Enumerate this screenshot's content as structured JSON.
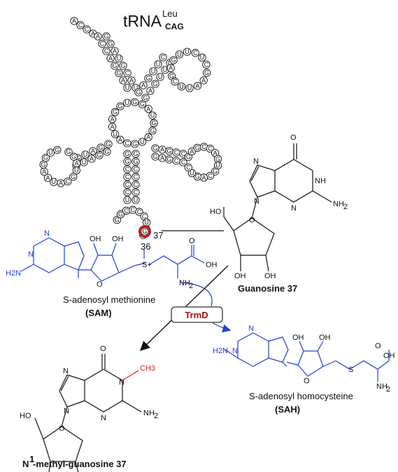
{
  "title": {
    "main": "tRNA",
    "sup": "Leu",
    "sub": "CAG"
  },
  "positions": {
    "a": "37",
    "b": "36"
  },
  "atoms": {
    "o": "O",
    "oh": "OH",
    "ho": "HO",
    "nh": "NH",
    "nh2": "NH",
    "n": "N",
    "h2n": "H2N",
    "s": "S",
    "splus": "S+",
    "ch3": "CH3",
    "sub2": "2",
    "plus": "+"
  },
  "labels": {
    "guanosine": "Guanosine 37",
    "sam_name": "S-adenosyl methionine",
    "sam_abbr": "(SAM)",
    "sah_name": "S-adenosyl homocysteine",
    "sah_abbr": "(SAH)",
    "enzyme": "TrmD",
    "product_sup": "1",
    "product_rest": "-methyl-guanosine 37",
    "product_N": "N"
  },
  "colors": {
    "sam": "#1f3fd6",
    "sah": "#1f3fd6",
    "methyl": "#e02020",
    "enzyme": "#b01010",
    "highlight": "#cc1111",
    "text": "#111111"
  },
  "trna": {
    "acceptor_tail": [
      "A",
      "C",
      "C",
      "A"
    ],
    "d_arm": [
      "G",
      "G",
      "A",
      "U",
      "G",
      "C",
      "A",
      "U",
      "A",
      "A",
      "G",
      "G",
      "U"
    ],
    "t_arm": [
      "G",
      "A",
      "G",
      "U",
      "U",
      "C",
      "U",
      "C",
      "G",
      "A",
      "A",
      "U",
      "U",
      "C",
      "C",
      "U"
    ],
    "variable_loop": [
      "G",
      "A",
      "G",
      "C",
      "C",
      "A",
      "G",
      "U",
      "G",
      "C",
      "A",
      "G",
      "U",
      "C",
      "G",
      "C"
    ],
    "anticodon_arm": [
      "G",
      "G",
      "C",
      "C",
      "C",
      "C",
      "U",
      "U",
      "C",
      "A",
      "G",
      "G",
      "G",
      "G",
      "C",
      "C",
      "U"
    ],
    "highlighted_base": "G"
  }
}
